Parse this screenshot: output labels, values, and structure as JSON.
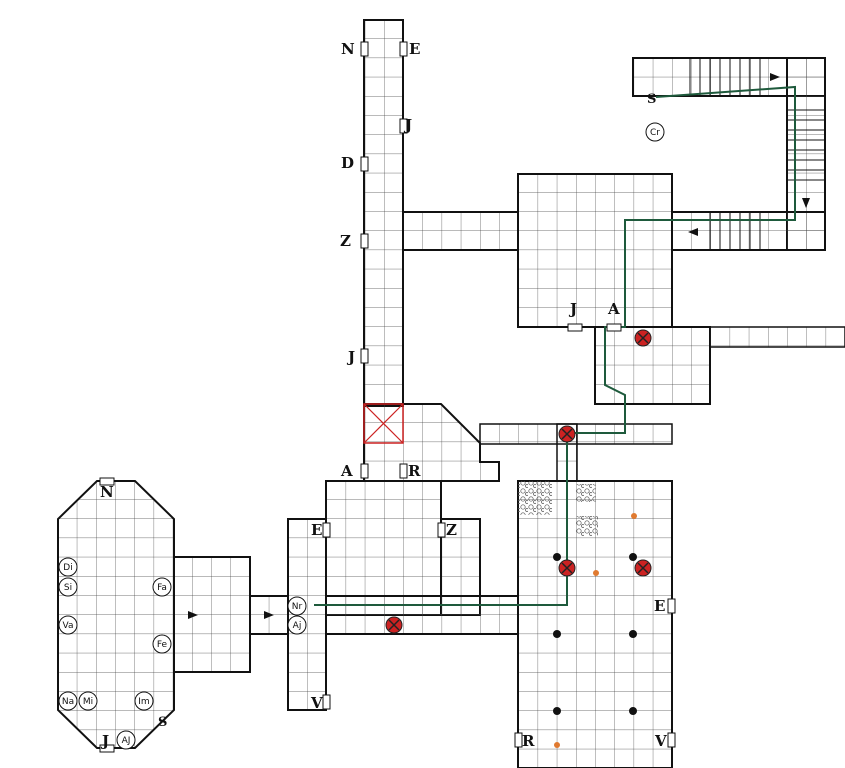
{
  "map": {
    "background": "#ffffff",
    "grid_color": "#444444",
    "wall_color": "#111111",
    "path_color": "#1e5a3c",
    "trap_color": "#cc2222",
    "marker_color": "#e07a30",
    "trap_count": 6
  },
  "labels": {
    "tower_n": "N",
    "tower_e": "E",
    "tower_j1": "J",
    "tower_d": "D",
    "tower_z": "Z",
    "tower_j2": "J",
    "gate_a": "A",
    "gate_r": "R",
    "hall_e": "E",
    "hall_z": "Z",
    "hall_v": "V",
    "upper_j": "J",
    "upper_a": "A",
    "east_e": "E",
    "east_r": "R",
    "east_v": "V",
    "west_n": "N",
    "west_j": "J",
    "stairs_s": "S",
    "stairs_s2": "S"
  },
  "tokens": {
    "cr": "Cr",
    "di": "Di",
    "si": "Si",
    "va": "Va",
    "fa": "Fa",
    "fe": "Fe",
    "na": "Na",
    "mi": "Mi",
    "im": "Im",
    "aj": "AJ",
    "nr": "Nr",
    "aj2": "Aj"
  }
}
